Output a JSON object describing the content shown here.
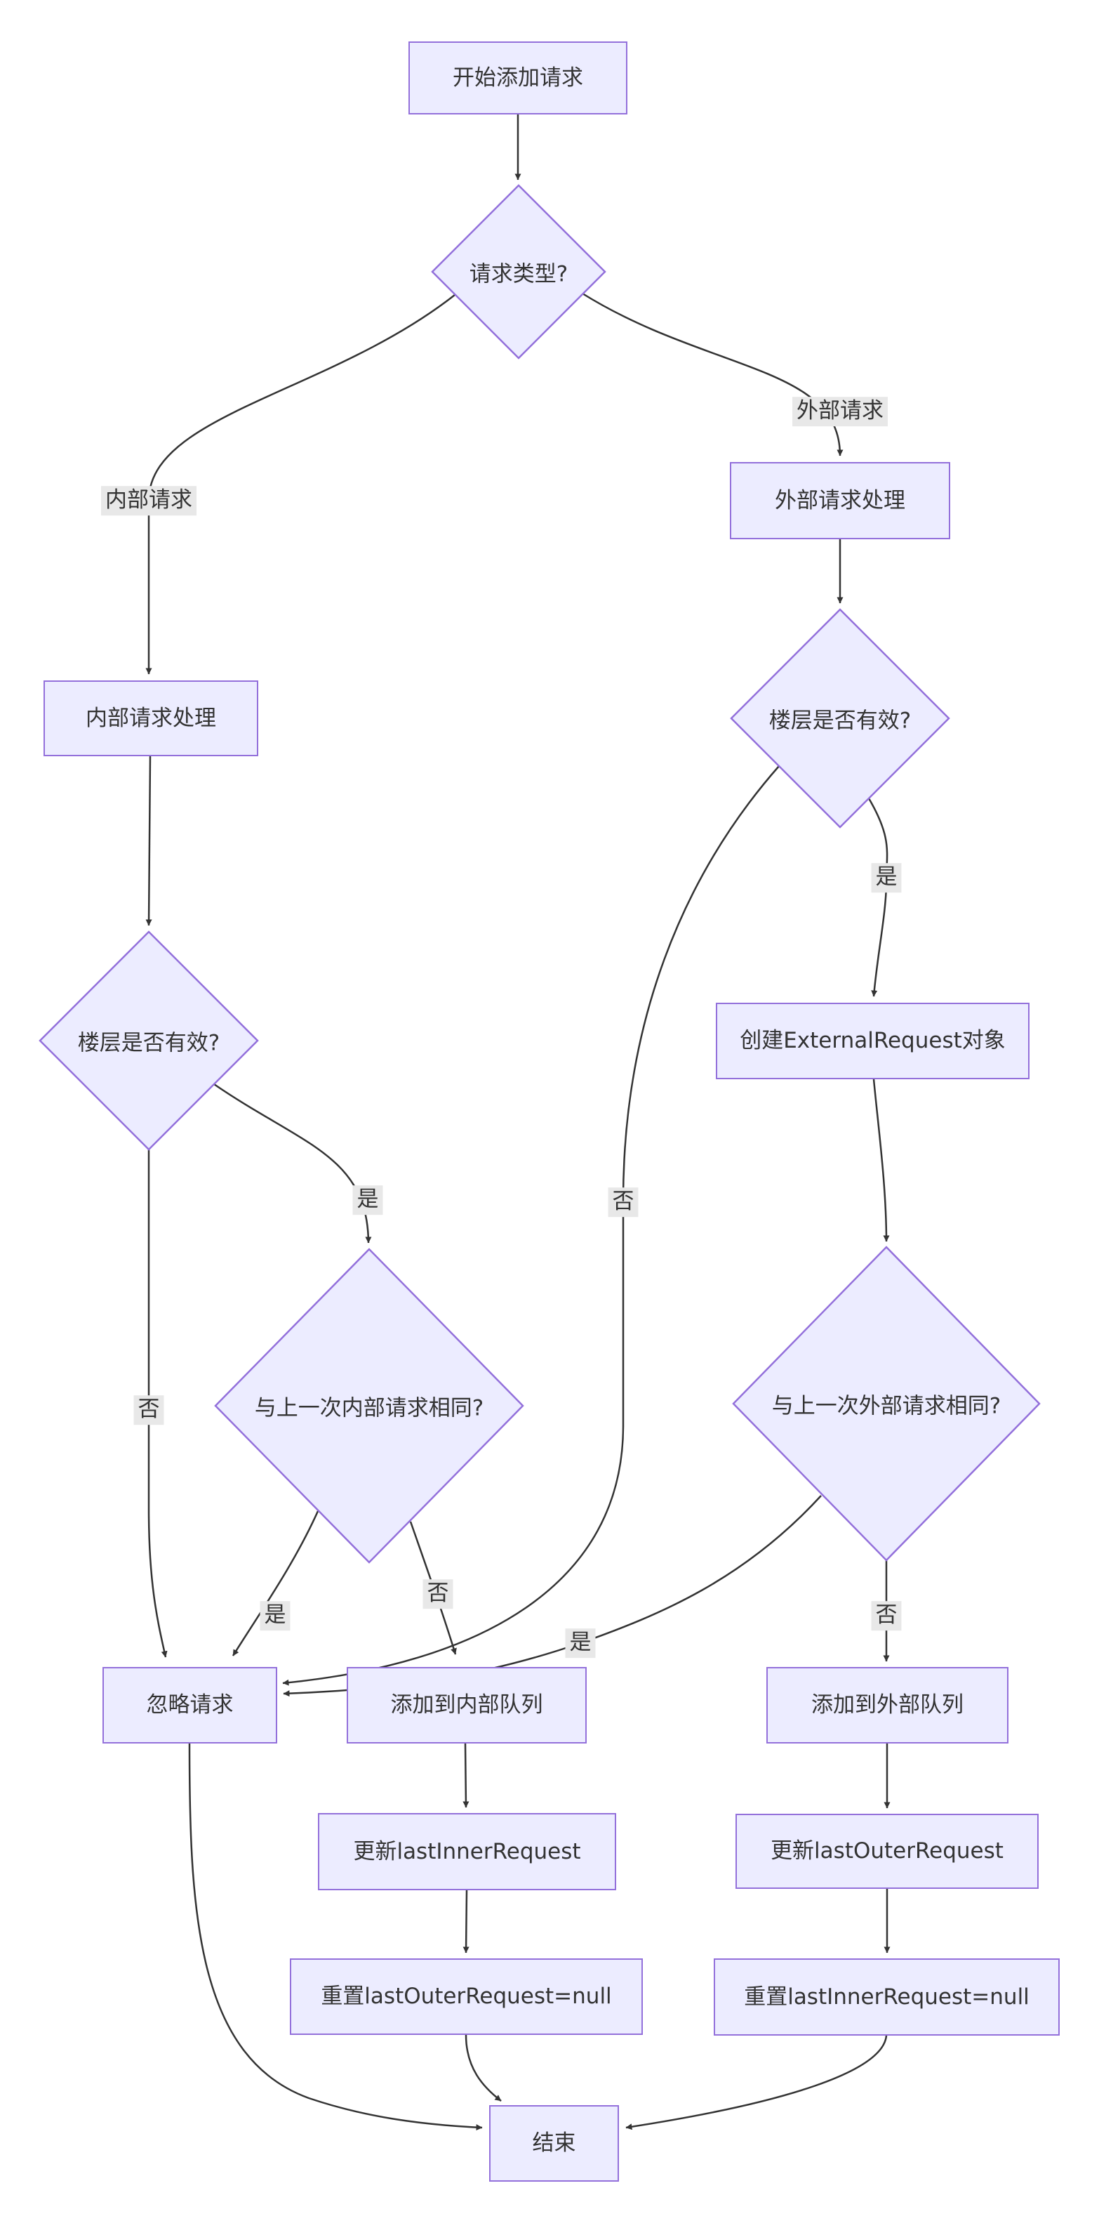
{
  "diagram": {
    "type": "flowchart",
    "direction": "top-down",
    "colors": {
      "node_fill": "#ECECFF",
      "node_border": "#9370DB",
      "edge": "#333333",
      "label_bg": "#e8e8e8",
      "text": "#333333",
      "background": "#ffffff"
    },
    "nodes": {
      "start": {
        "label": "开始添加请求",
        "shape": "rect"
      },
      "req_type": {
        "label": "请求类型?",
        "shape": "diamond"
      },
      "inner_proc": {
        "label": "内部请求处理",
        "shape": "rect"
      },
      "outer_proc": {
        "label": "外部请求处理",
        "shape": "rect"
      },
      "inner_valid": {
        "label": "楼层是否有效?",
        "shape": "diamond"
      },
      "outer_valid": {
        "label": "楼层是否有效?",
        "shape": "diamond"
      },
      "create_ext": {
        "label": "创建ExternalRequest对象",
        "shape": "rect"
      },
      "inner_same": {
        "label": "与上一次内部请求相同?",
        "shape": "diamond"
      },
      "outer_same": {
        "label": "与上一次外部请求相同?",
        "shape": "diamond"
      },
      "ignore": {
        "label": "忽略请求",
        "shape": "rect"
      },
      "add_inner": {
        "label": "添加到内部队列",
        "shape": "rect"
      },
      "add_outer": {
        "label": "添加到外部队列",
        "shape": "rect"
      },
      "upd_inner": {
        "label": "更新lastInnerRequest",
        "shape": "rect"
      },
      "upd_outer": {
        "label": "更新lastOuterRequest",
        "shape": "rect"
      },
      "reset_outer": {
        "label": "重置lastOuterRequest=null",
        "shape": "rect"
      },
      "reset_inner": {
        "label": "重置lastInnerRequest=null",
        "shape": "rect"
      },
      "end": {
        "label": "结束",
        "shape": "rect"
      }
    },
    "edge_labels": {
      "inner_request": "内部请求",
      "outer_request": "外部请求",
      "yes_outer_valid": "是",
      "no_outer_valid": "否",
      "yes_inner_valid": "是",
      "no_inner_valid": "否",
      "yes_inner_same": "是",
      "no_inner_same": "否",
      "yes_outer_same": "是",
      "no_outer_same": "否"
    },
    "edges": [
      {
        "from": "start",
        "to": "req_type",
        "label": ""
      },
      {
        "from": "req_type",
        "to": "inner_proc",
        "label": "内部请求"
      },
      {
        "from": "req_type",
        "to": "outer_proc",
        "label": "外部请求"
      },
      {
        "from": "inner_proc",
        "to": "inner_valid",
        "label": ""
      },
      {
        "from": "outer_proc",
        "to": "outer_valid",
        "label": ""
      },
      {
        "from": "outer_valid",
        "to": "create_ext",
        "label": "是"
      },
      {
        "from": "outer_valid",
        "to": "ignore",
        "label": "否"
      },
      {
        "from": "inner_valid",
        "to": "inner_same",
        "label": "是"
      },
      {
        "from": "inner_valid",
        "to": "ignore",
        "label": "否"
      },
      {
        "from": "inner_same",
        "to": "ignore",
        "label": "是"
      },
      {
        "from": "inner_same",
        "to": "add_inner",
        "label": "否"
      },
      {
        "from": "outer_same",
        "to": "ignore",
        "label": "是"
      },
      {
        "from": "outer_same",
        "to": "add_outer",
        "label": "否"
      },
      {
        "from": "create_ext",
        "to": "outer_same",
        "label": ""
      },
      {
        "from": "add_inner",
        "to": "upd_inner",
        "label": ""
      },
      {
        "from": "upd_inner",
        "to": "reset_outer",
        "label": ""
      },
      {
        "from": "reset_outer",
        "to": "end",
        "label": ""
      },
      {
        "from": "add_outer",
        "to": "upd_outer",
        "label": ""
      },
      {
        "from": "upd_outer",
        "to": "reset_inner",
        "label": ""
      },
      {
        "from": "reset_inner",
        "to": "end",
        "label": ""
      },
      {
        "from": "ignore",
        "to": "end",
        "label": ""
      }
    ]
  }
}
